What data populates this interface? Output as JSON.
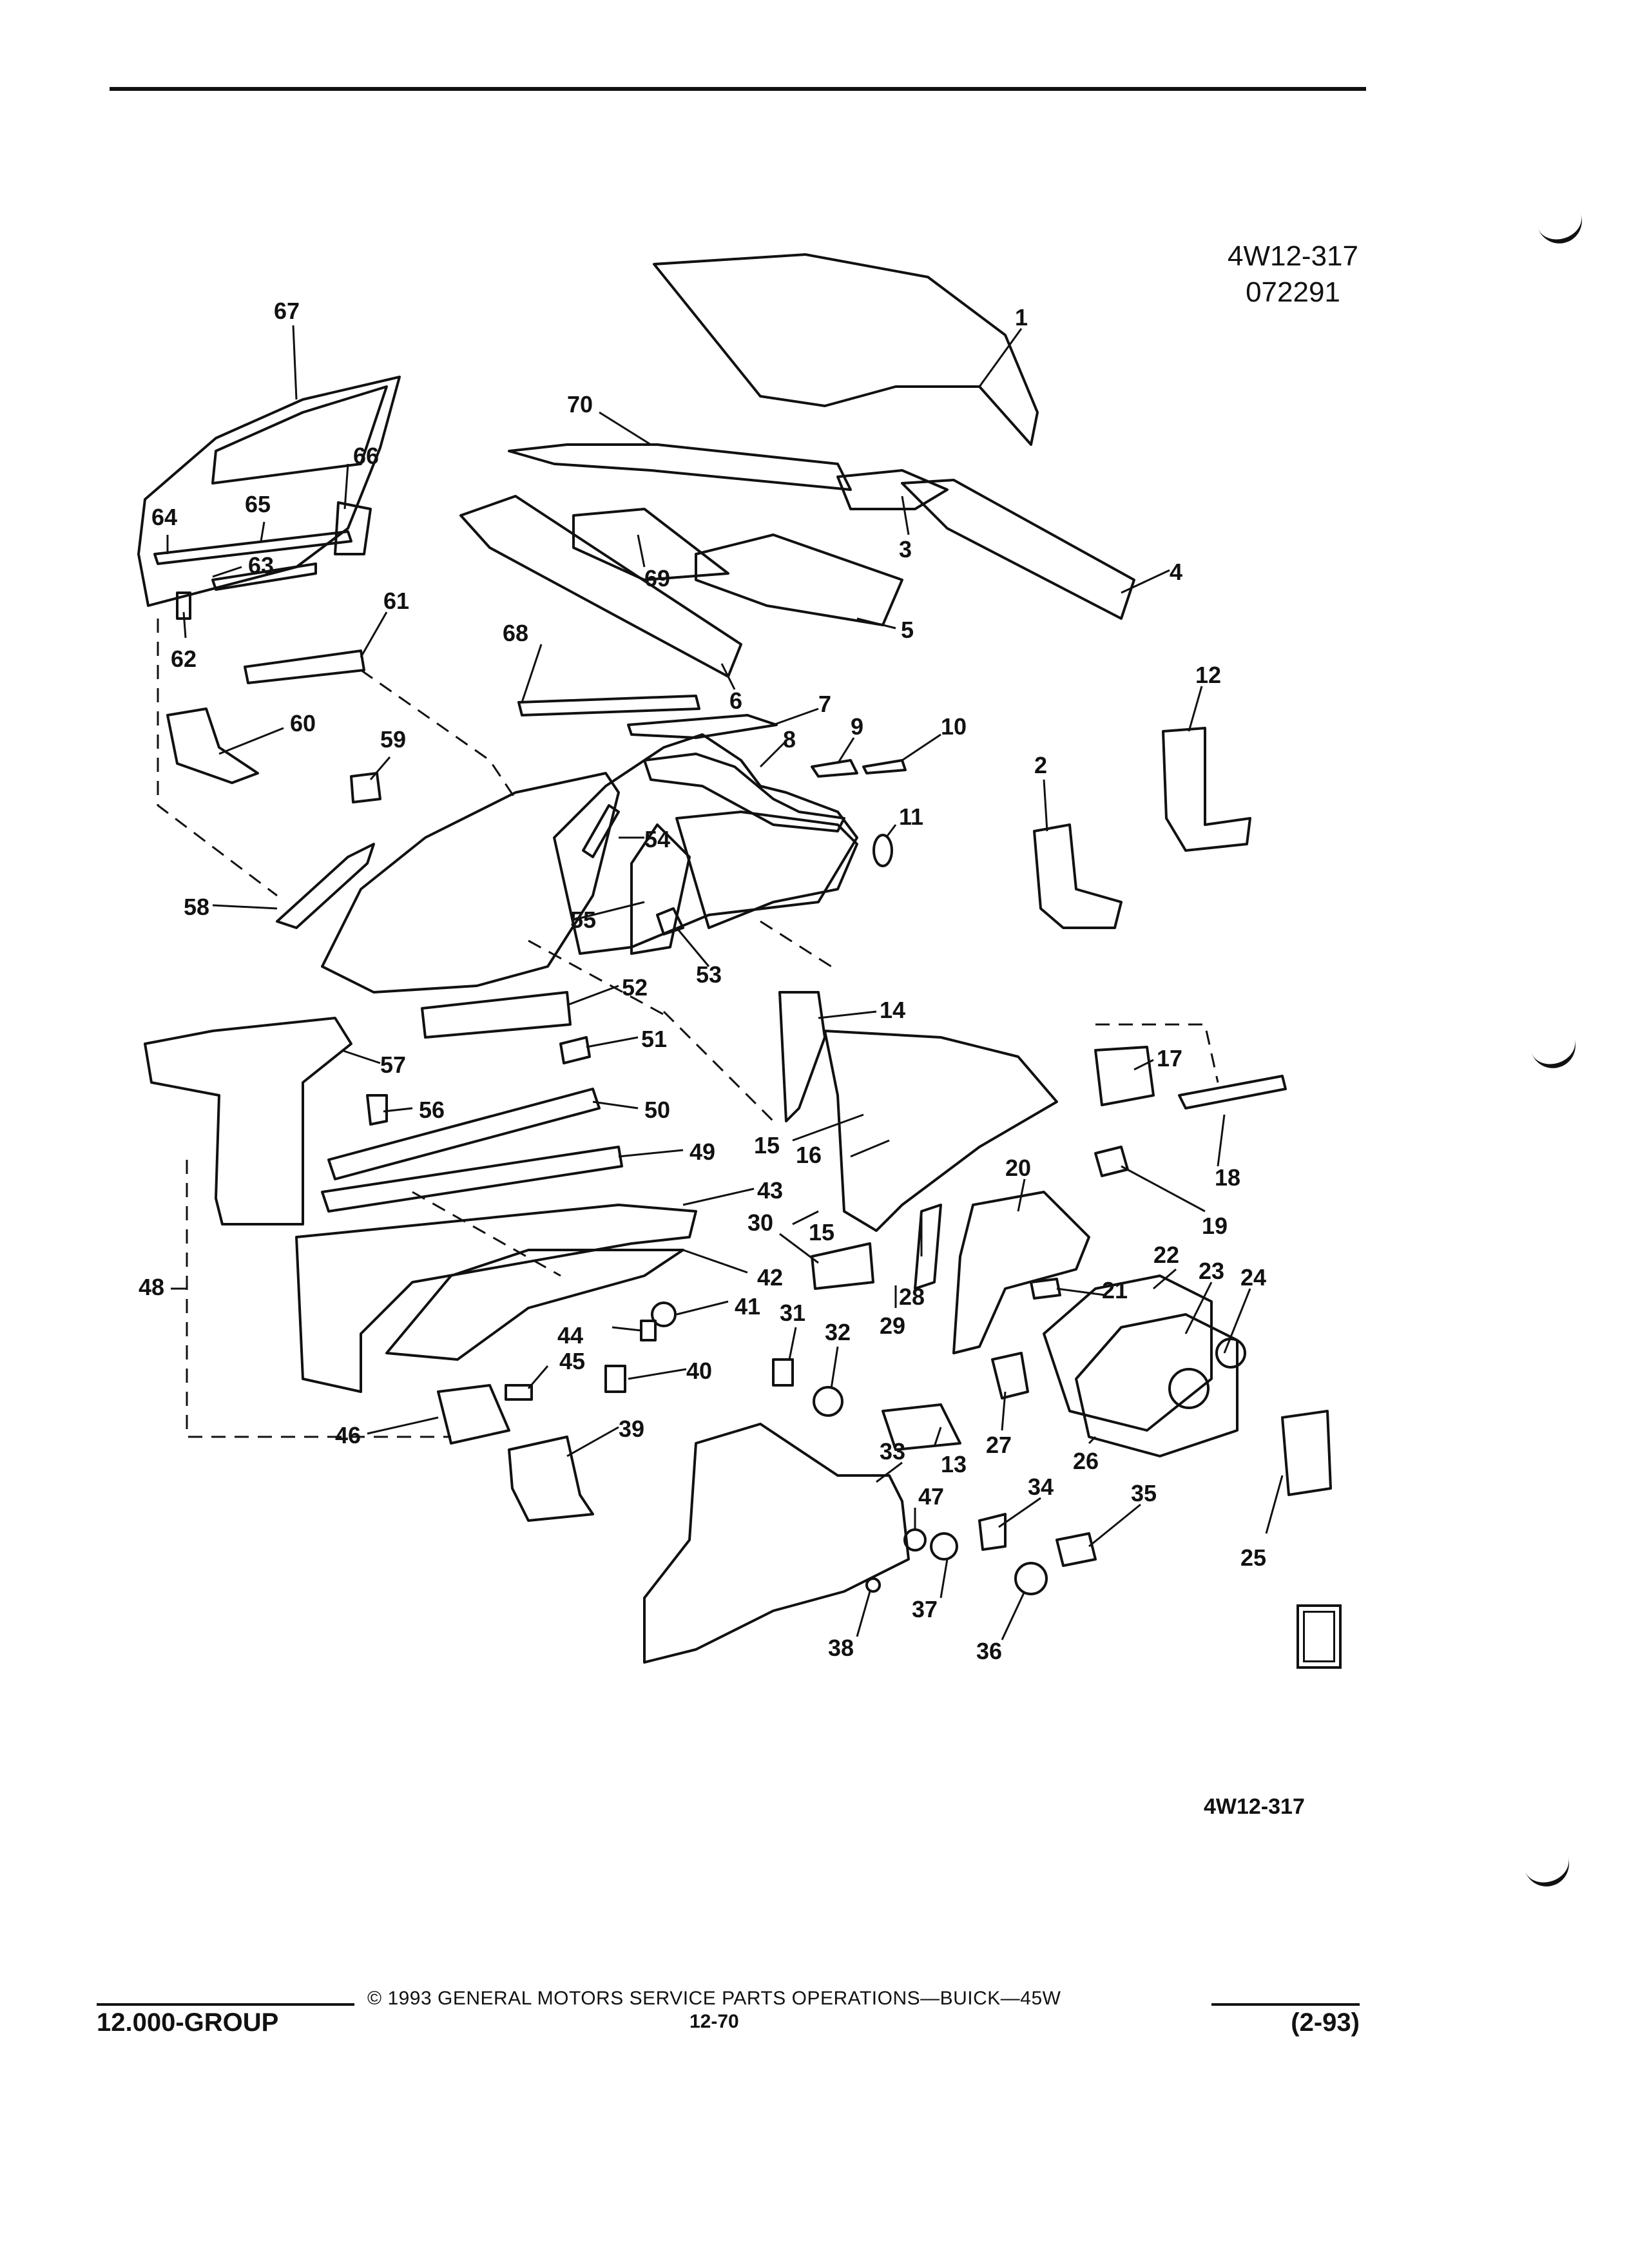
{
  "header": {
    "drawing_code": "4W12-317",
    "drawing_date": "072291"
  },
  "callouts": [
    "1",
    "2",
    "3",
    "4",
    "5",
    "6",
    "7",
    "8",
    "9",
    "10",
    "11",
    "12",
    "13",
    "14",
    "15",
    "15",
    "16",
    "17",
    "18",
    "19",
    "20",
    "21",
    "22",
    "23",
    "24",
    "25",
    "26",
    "27",
    "28",
    "29",
    "30",
    "31",
    "32",
    "33",
    "34",
    "35",
    "36",
    "37",
    "38",
    "39",
    "40",
    "41",
    "42",
    "43",
    "44",
    "45",
    "46",
    "47",
    "48",
    "49",
    "50",
    "51",
    "52",
    "53",
    "54",
    "55",
    "56",
    "57",
    "58",
    "59",
    "60",
    "61",
    "62",
    "63",
    "64",
    "65",
    "66",
    "67",
    "68",
    "69",
    "70"
  ],
  "bottom_code": "4W12-317",
  "logo": {
    "name": "gm-spo-logo"
  },
  "footer": {
    "group": "12.000-GROUP",
    "copyright": "© 1993 GENERAL MOTORS SERVICE PARTS OPERATIONS—BUICK—45W",
    "page": "12-70",
    "revision": "(2-93)"
  }
}
